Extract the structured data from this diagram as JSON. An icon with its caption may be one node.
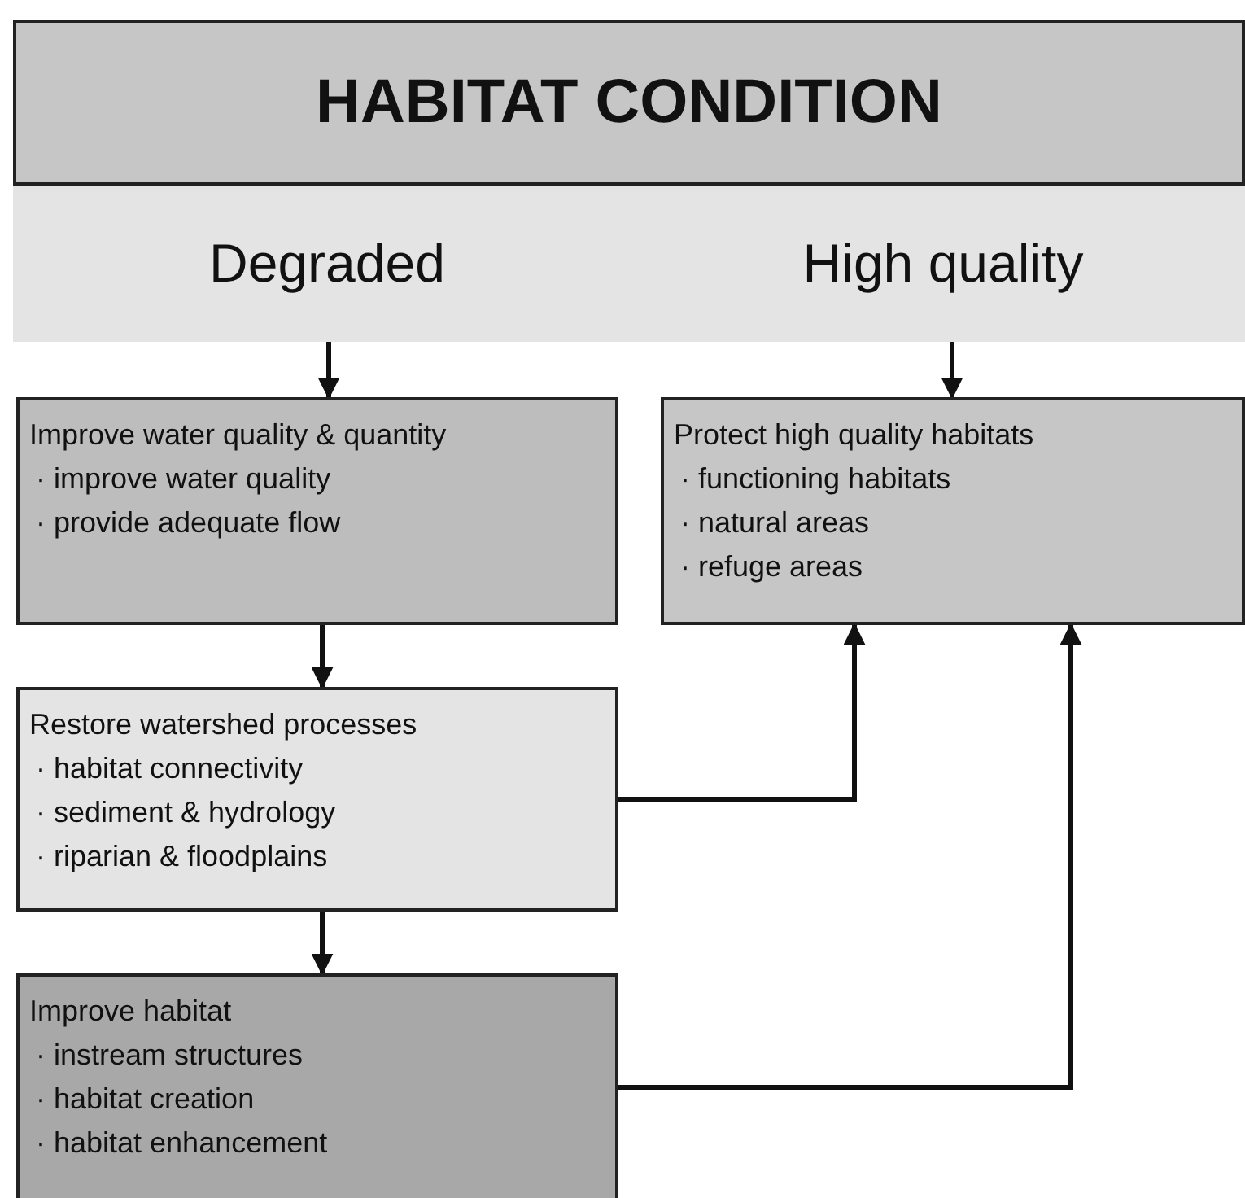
{
  "diagram": {
    "nodes": [
      {
        "text": [
          "HABITAT CONDITION"
        ]
      },
      {
        "text": [
          "Degraded"
        ],
        "in": 0
      },
      {
        "text": [
          "High quality"
        ],
        "in": 0
      },
      {
        "text": [
          "Improve water quality & quantity",
          "· improve water quality",
          "· provide adequate flow"
        ]
      },
      {
        "text": [
          "Protect high quality habitats",
          "· functioning habitats",
          "· natural areas",
          "· refuge areas"
        ]
      },
      {
        "text": [
          "Restore watershed processes",
          "· habitat connectivity",
          "· sediment & hydrology",
          "· riparian & floodplains"
        ]
      },
      {
        "text": [
          "Improve habitat",
          "· instream structures",
          "· habitat creation",
          "· habitat enhancement"
        ]
      }
    ],
    "edges": [
      {
        "from": 1,
        "to": 3,
        "arrow": "to"
      },
      {
        "from": 2,
        "to": 4,
        "arrow": "to"
      },
      {
        "from": 3,
        "to": 5,
        "arrow": "to"
      },
      {
        "from": 5,
        "to": 6,
        "arrow": "to"
      },
      {
        "from": 5,
        "to": 4,
        "arrow": "to"
      },
      {
        "from": 6,
        "to": 4,
        "arrow": "to"
      }
    ]
  }
}
